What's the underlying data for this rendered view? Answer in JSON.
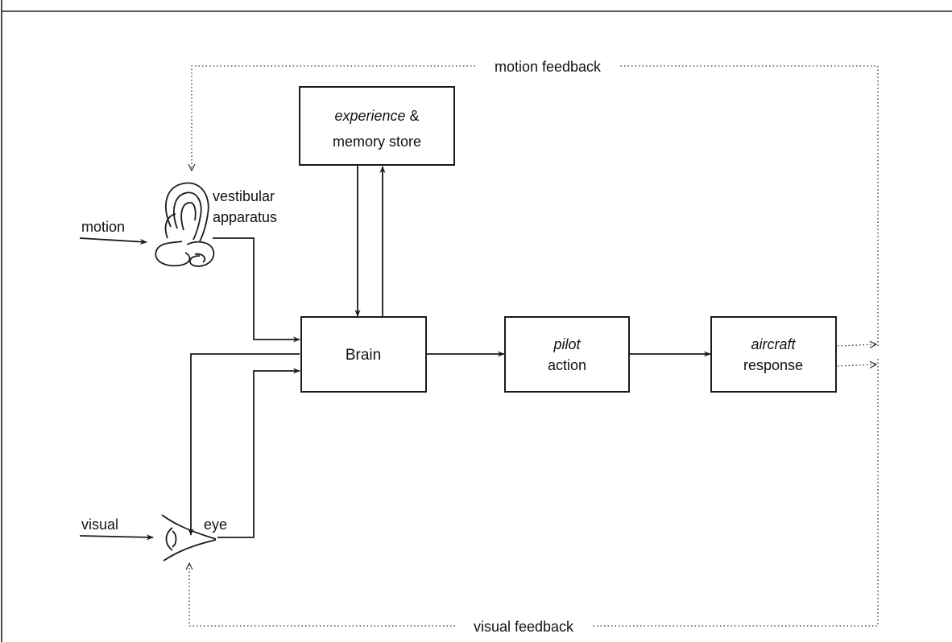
{
  "inputs": {
    "motion": "motion",
    "visual": "visual"
  },
  "sensors": {
    "vestibular_line1": "vestibular",
    "vestibular_line2": "apparatus",
    "eye": "eye"
  },
  "boxes": {
    "memory_line1": "experience",
    "memory_line1_suffix": " &",
    "memory_line2": "memory store",
    "brain": "Brain",
    "pilot_line1": "pilot",
    "pilot_line2": "action",
    "aircraft_line1": "aircraft",
    "aircraft_line2": "response"
  },
  "feedback": {
    "motion": "motion feedback",
    "visual": "visual feedback"
  },
  "icons": [
    "vestibular-apparatus-icon",
    "eye-icon"
  ]
}
